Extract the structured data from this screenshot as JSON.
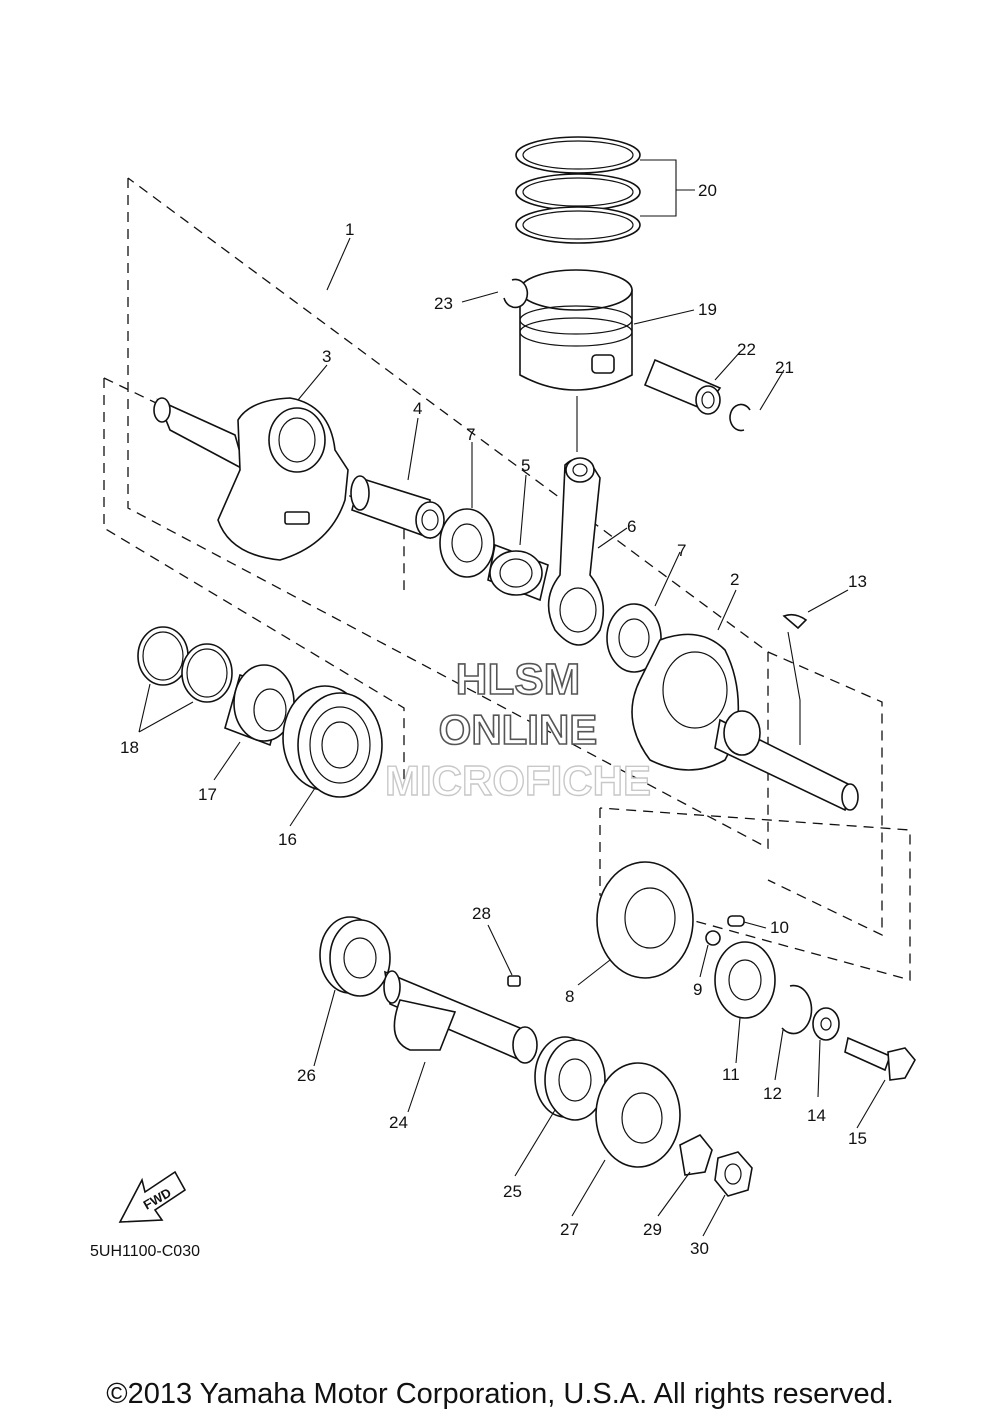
{
  "diagram": {
    "callouts": [
      "1",
      "2",
      "3",
      "4",
      "5",
      "6",
      "7",
      "7",
      "8",
      "9",
      "10",
      "11",
      "12",
      "13",
      "14",
      "15",
      "16",
      "17",
      "18",
      "19",
      "20",
      "21",
      "22",
      "23",
      "24",
      "25",
      "26",
      "27",
      "28",
      "29",
      "30"
    ],
    "drawing_code": "5UH1100-C030",
    "fwd_label": "FWD"
  },
  "watermark": {
    "line1": "HLSM",
    "line2": "ONLINE",
    "line3": "MICROFICHE"
  },
  "footer": {
    "copyright": "©2013 Yamaha Motor Corporation, U.S.A. All rights reserved."
  }
}
